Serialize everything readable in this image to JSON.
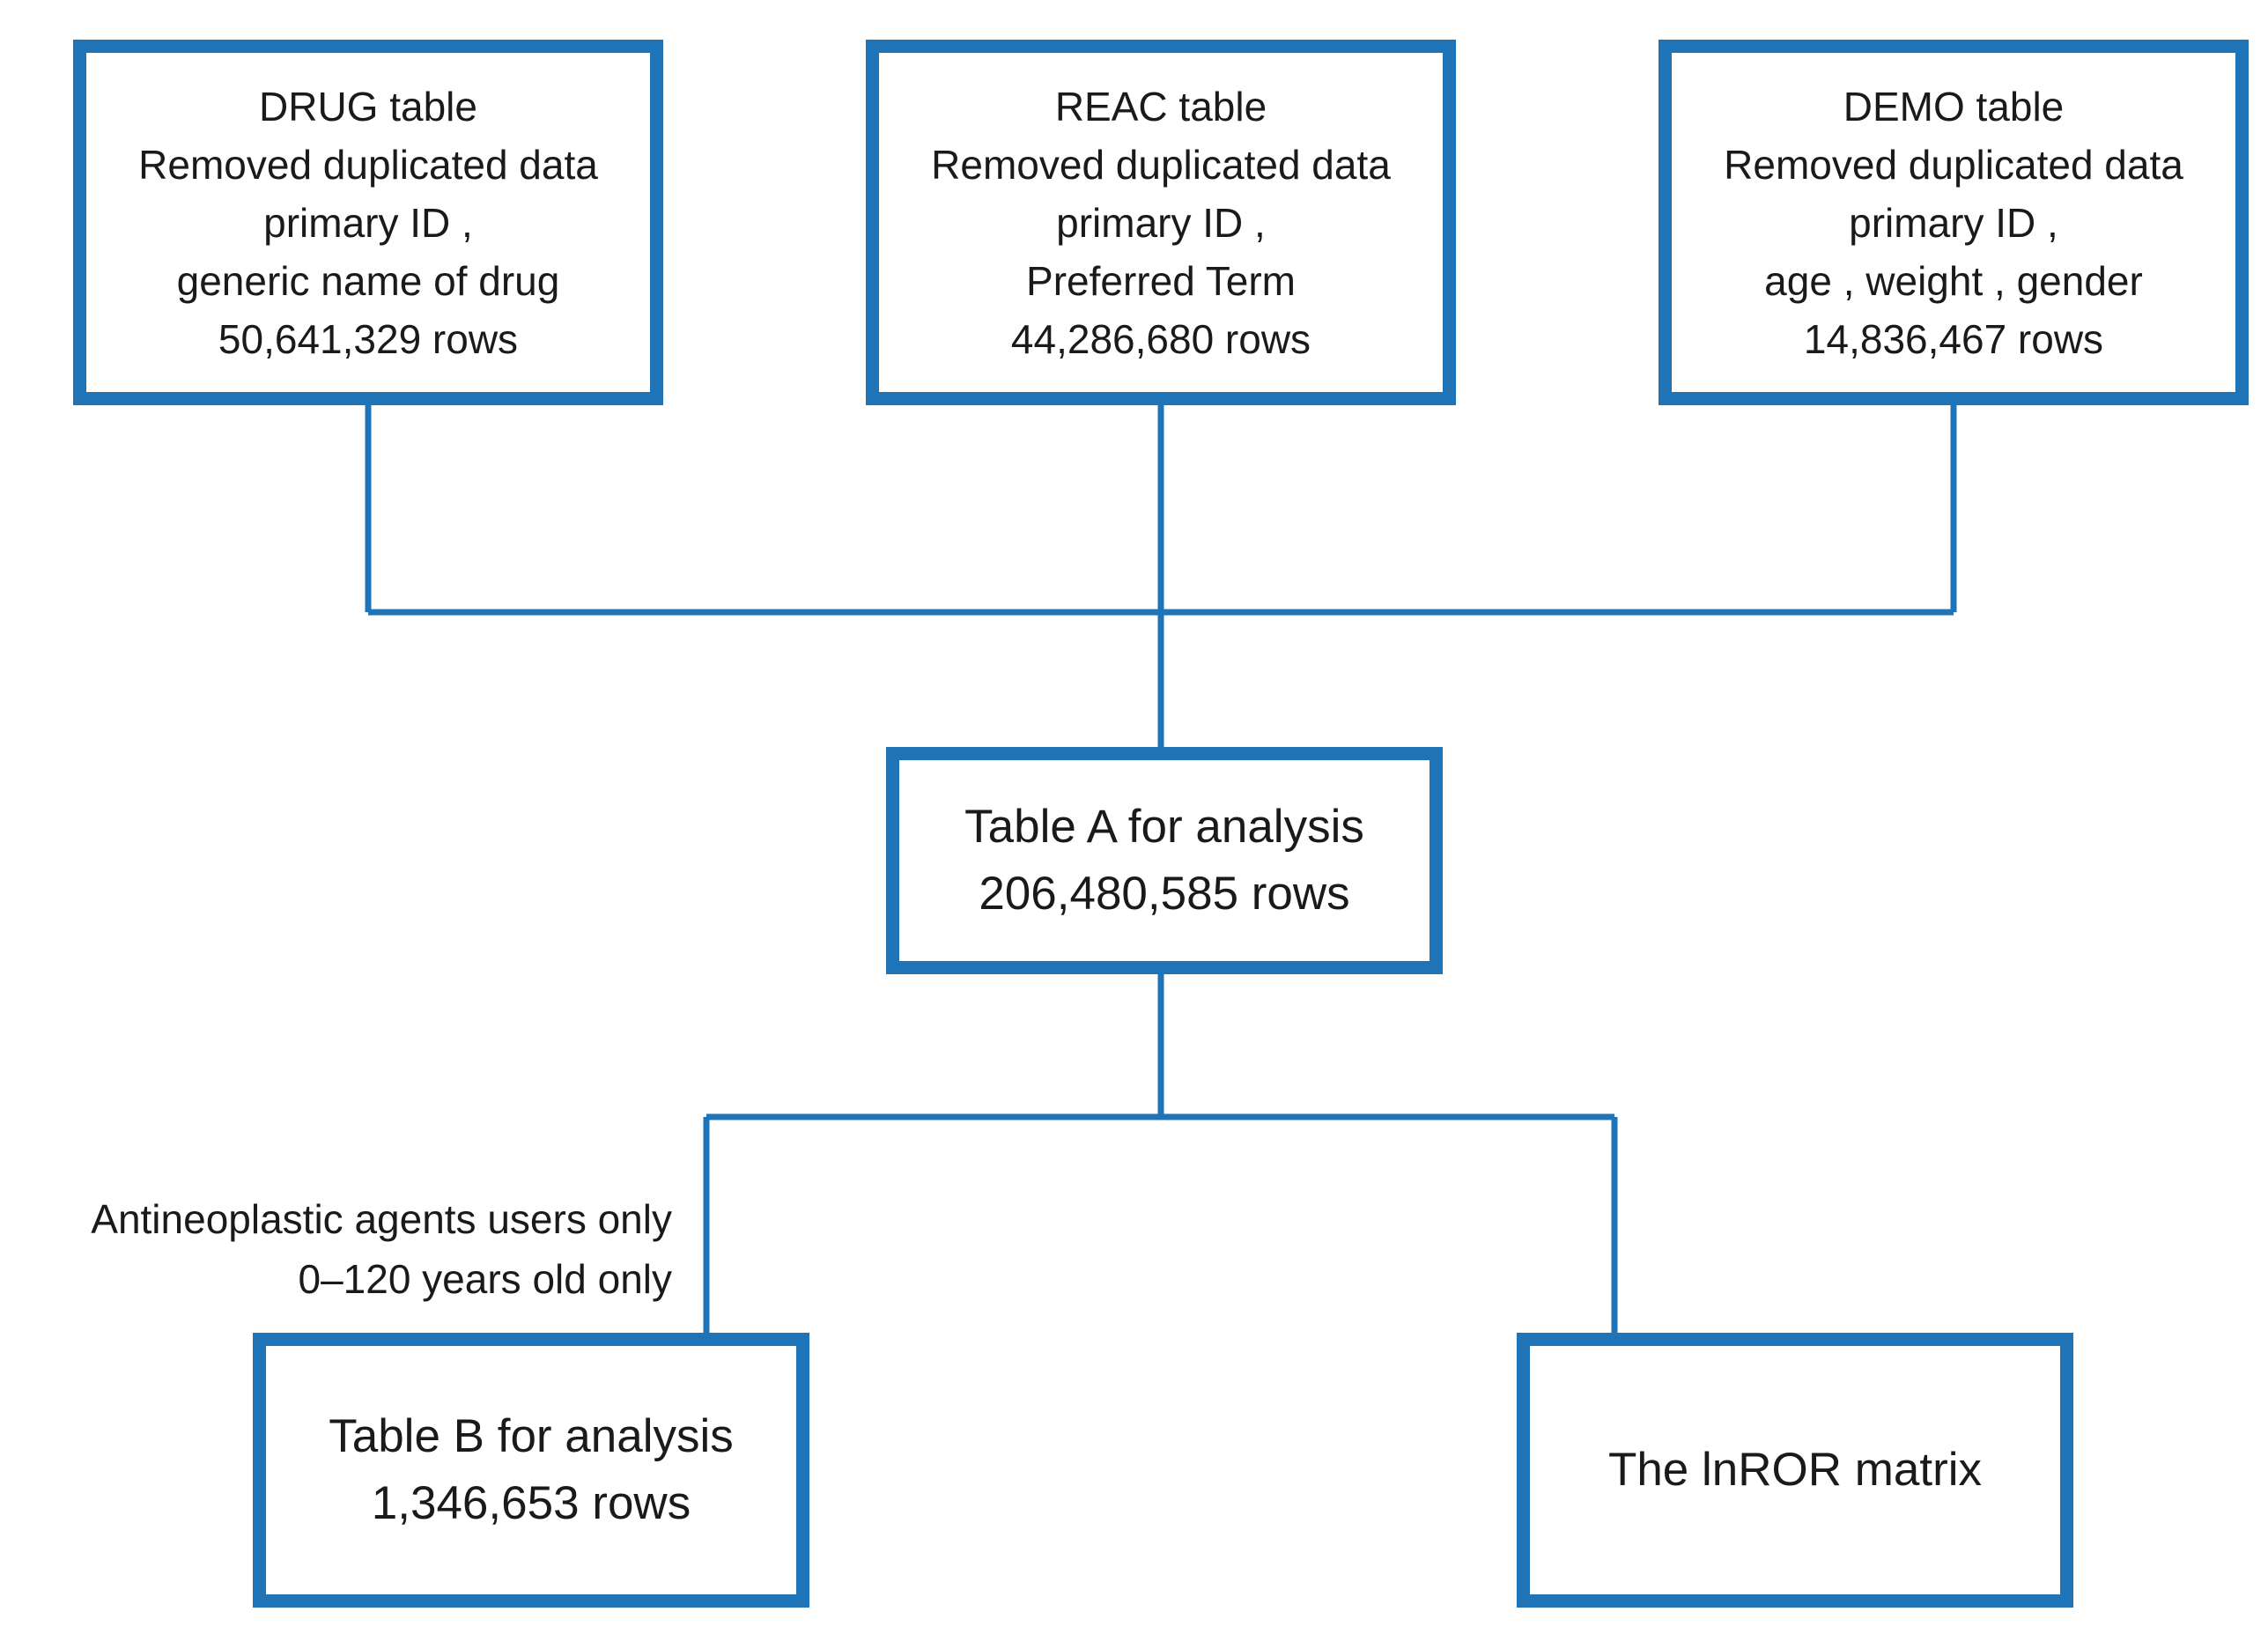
{
  "colors": {
    "accent": "#1f73b7",
    "text": "#1a1a1a",
    "background": "#ffffff"
  },
  "boxes": {
    "drug": {
      "lines": [
        "DRUG table",
        "Removed duplicated data",
        "primary ID ,",
        "generic name of drug",
        "50,641,329 rows"
      ]
    },
    "reac": {
      "lines": [
        "REAC table",
        "Removed duplicated data",
        "primary ID ,",
        "Preferred Term",
        "44,286,680 rows"
      ]
    },
    "demo": {
      "lines": [
        "DEMO table",
        "Removed duplicated data",
        "primary ID ,",
        "age , weight , gender",
        "14,836,467 rows"
      ]
    },
    "table_a": {
      "lines": [
        "Table A for analysis",
        "206,480,585 rows"
      ]
    },
    "table_b": {
      "lines": [
        "Table B for analysis",
        "1,346,653 rows"
      ]
    },
    "lnror": {
      "lines": [
        "The lnROR matrix"
      ]
    }
  },
  "filter_note": {
    "lines": [
      "Antineoplastic agents users only",
      "0–120 years old only"
    ]
  }
}
